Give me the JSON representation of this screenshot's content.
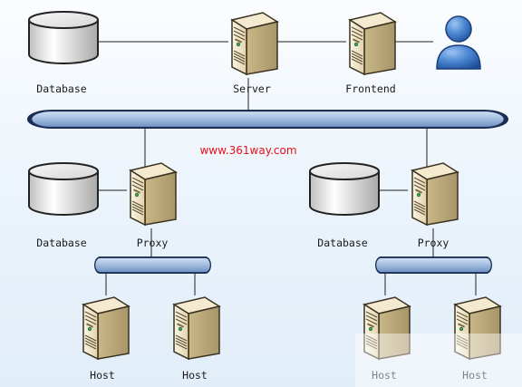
{
  "diagram": {
    "watermark": "www.361way.com",
    "top": {
      "database_label": "Database",
      "server_label": "Server",
      "frontend_label": "Frontend"
    },
    "left": {
      "database_label": "Database",
      "proxy_label": "Proxy",
      "host1_label": "Host",
      "host2_label": "Host"
    },
    "right": {
      "database_label": "Database",
      "proxy_label": "Proxy",
      "host1_label": "Host",
      "host2_label": "Host"
    },
    "colors": {
      "bus": "#9fb9dd",
      "server_case": "#e6d9b6",
      "user": "#3b78c8",
      "watermark": "#e8101a"
    },
    "icons": [
      "database-icon",
      "server-icon",
      "user-icon",
      "network-bus"
    ]
  }
}
